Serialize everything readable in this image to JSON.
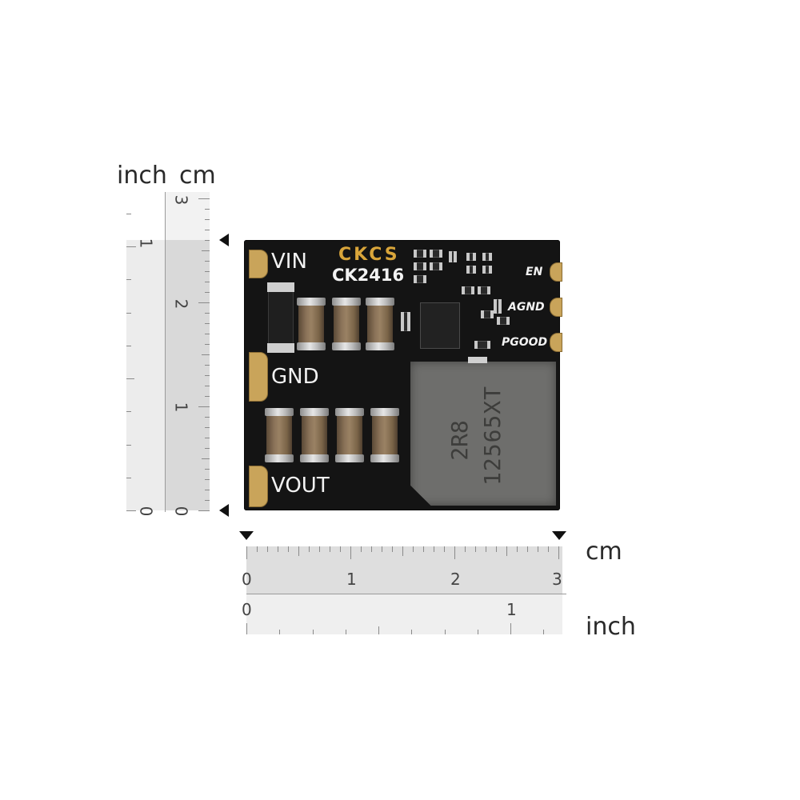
{
  "vertical_ruler": {
    "inch_label": "inch",
    "cm_label": "cm",
    "inch_ticks": [
      "1",
      "0"
    ],
    "cm_ticks": [
      "3",
      "2",
      "1",
      "0"
    ]
  },
  "horizontal_ruler": {
    "cm_label": "cm",
    "inch_label": "inch",
    "cm_ticks": [
      "0",
      "1",
      "2",
      "3"
    ],
    "inch_ticks": [
      "0",
      "1"
    ]
  },
  "board": {
    "brand": "CKCS",
    "model": "CK2416",
    "pins_left": [
      "VIN",
      "GND",
      "VOUT"
    ],
    "pins_right": [
      "EN",
      "AGND",
      "PGOOD"
    ],
    "inductor_marking_1": "2R8",
    "inductor_marking_2": "12565XT"
  },
  "colors": {
    "board": "#141414",
    "brand": "#d9a53a",
    "pad_gold": "#c9a45a",
    "inductor": "#6e6e6c"
  }
}
